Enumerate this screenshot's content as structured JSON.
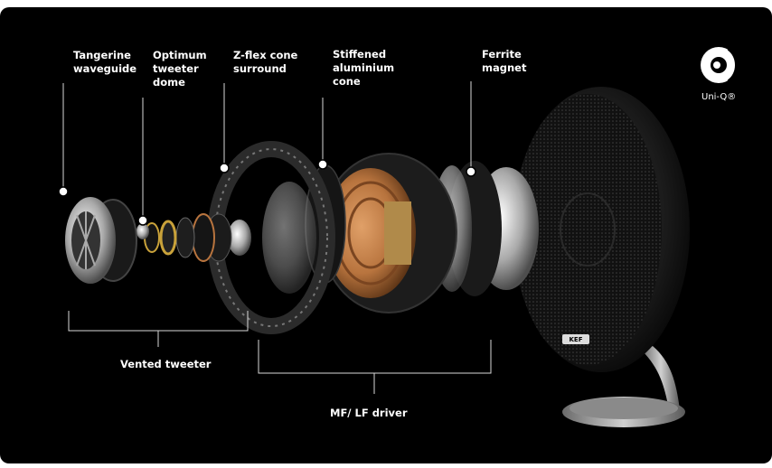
{
  "labels": {
    "tangerine": "Tangerine\nwaveguide",
    "tweeter_dome": "Optimum\ntweeter\ndome",
    "zflex": "Z-flex cone\nsurround",
    "aluminium": "Stiffened\naluminium\ncone",
    "ferrite": "Ferrite\nmagnet",
    "vented_tweeter": "Vented tweeter",
    "mf_lf_driver": "MF/ LF driver"
  },
  "brand": {
    "logo_text": "Uni-Q®",
    "badge": "KEF"
  },
  "colors": {
    "background": "#000000",
    "lines": "#d8d8d8",
    "copper": "#b8743e",
    "gold": "#c9a23a"
  }
}
